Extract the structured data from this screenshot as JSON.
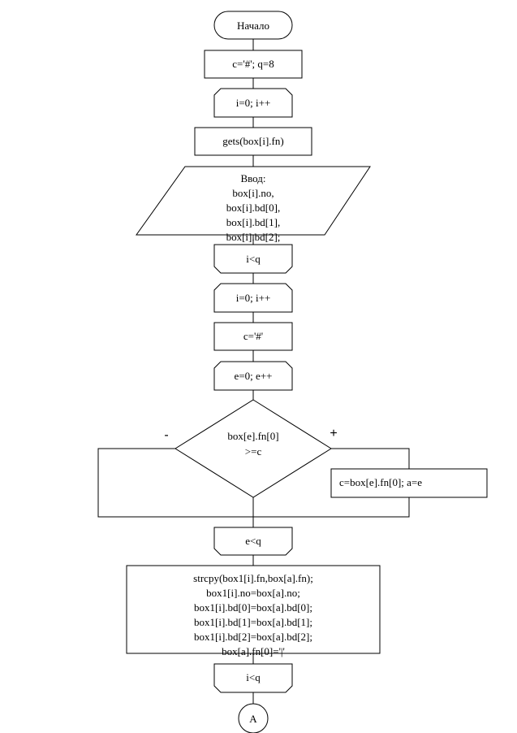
{
  "flowchart": {
    "start": "Начало",
    "init": "c='#'; q=8",
    "loop1_begin": "i=0; i++",
    "gets": "gets(box[i].fn)",
    "input_lines": [
      "Ввод:",
      "box[i].no,",
      "box[i].bd[0],",
      "box[i].bd[1],",
      "box[i].bd[2];"
    ],
    "loop1_end": "i<q",
    "loop2_begin": "i=0; i++",
    "assign_c": "c='#'",
    "loop3_begin": "e=0; e++",
    "condition_lines": [
      "box[e].fn[0]",
      ">=c"
    ],
    "no_label": "-",
    "yes_label": "+",
    "yes_action": "c=box[e].fn[0]; a=e",
    "loop3_end": "e<q",
    "copy_lines": [
      "strcpy(box1[i].fn,box[a].fn);",
      "box1[i].no=box[a].no;",
      "box1[i].bd[0]=box[a].bd[0];",
      "box1[i].bd[1]=box[a].bd[1];",
      "box1[i].bd[2]=box[a].bd[2];",
      "box[a].fn[0]='|'"
    ],
    "loop2_end": "i<q",
    "connector": "A"
  }
}
